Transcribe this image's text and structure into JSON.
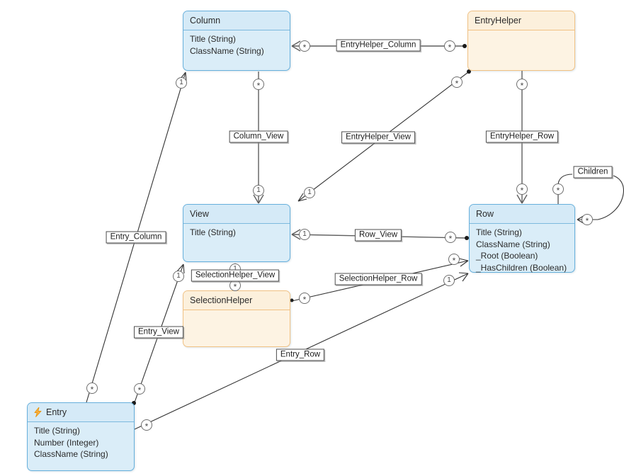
{
  "colors": {
    "entity_blue_fill": "#daedf8",
    "entity_blue_border": "#67b0dc",
    "entity_orange_fill": "#fdf3e3",
    "entity_orange_border": "#f1c183",
    "connector_line": "#4a4a4a",
    "entry_icon": "#f9ae3b"
  },
  "entities": [
    {
      "title": "Column",
      "style": "blue",
      "attributes": [
        "Title (String)",
        "ClassName (String)"
      ]
    },
    {
      "title": "EntryHelper",
      "style": "orange",
      "attributes": []
    },
    {
      "title": "View",
      "style": "blue",
      "attributes": [
        "Title (String)"
      ]
    },
    {
      "title": "Row",
      "style": "blue",
      "attributes": [
        "Title (String)",
        "ClassName (String)",
        "_Root (Boolean)",
        "_HasChildren (Boolean)"
      ]
    },
    {
      "title": "SelectionHelper",
      "style": "orange",
      "attributes": []
    },
    {
      "title": "Entry",
      "style": "blue",
      "icon": "lightning-bolt",
      "attributes": [
        "Title (String)",
        "Number (Integer)",
        "ClassName (String)"
      ]
    }
  ],
  "relationships": [
    {
      "name": "EntryHelper_Column",
      "source": "EntryHelper",
      "target": "Column",
      "source_mult": "*",
      "target_mult": "*"
    },
    {
      "name": "Column_View",
      "source": "Column",
      "target": "View",
      "source_mult": "*",
      "target_mult": "1"
    },
    {
      "name": "EntryHelper_View",
      "source": "EntryHelper",
      "target": "View",
      "source_mult": "*",
      "target_mult": "1"
    },
    {
      "name": "EntryHelper_Row",
      "source": "EntryHelper",
      "target": "Row",
      "source_mult": "*",
      "target_mult": "*"
    },
    {
      "name": "Children",
      "source": "Row",
      "target": "Row",
      "source_mult": "*",
      "target_mult": "*"
    },
    {
      "name": "Row_View",
      "source": "Row",
      "target": "View",
      "source_mult": "*",
      "target_mult": "1"
    },
    {
      "name": "SelectionHelper_View",
      "source": "SelectionHelper",
      "target": "View",
      "source_mult": "*",
      "target_mult": "1"
    },
    {
      "name": "SelectionHelper_Row",
      "source": "SelectionHelper",
      "target": "Row",
      "source_mult": "*",
      "target_mult": "*"
    },
    {
      "name": "Entry_Column",
      "source": "Entry",
      "target": "Column",
      "source_mult": "*",
      "target_mult": "1"
    },
    {
      "name": "Entry_View",
      "source": "Entry",
      "target": "View",
      "source_mult": "*",
      "target_mult": "1"
    },
    {
      "name": "Entry_Row",
      "source": "Entry",
      "target": "Row",
      "source_mult": "*",
      "target_mult": "1"
    }
  ]
}
